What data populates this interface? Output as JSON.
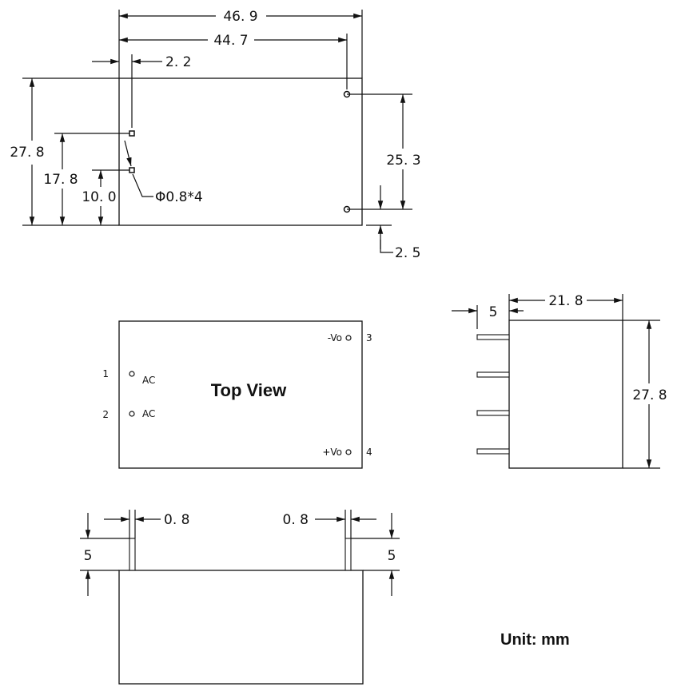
{
  "dimensions": {
    "width_total": "46. 9",
    "width_pins": "44. 7",
    "pin_offset_x": "2. 2",
    "height_total_left": "27. 8",
    "height_pin2": "17. 8",
    "height_pin1": "10. 0",
    "hole_spec": "Φ0.8*4",
    "pin_spacing_right": "25. 3",
    "pin_offset_y": "2. 5",
    "side_pin_length": "5",
    "side_depth": "21. 8",
    "side_height": "27. 8",
    "bottom_pin_width_left": "0. 8",
    "bottom_pin_width_right": "0. 8",
    "bottom_pin_length_left": "5",
    "bottom_pin_length_right": "5"
  },
  "top_view": {
    "title": "Top View",
    "pins": [
      {
        "number": "1",
        "label": "AC"
      },
      {
        "number": "2",
        "label": "AC"
      },
      {
        "number": "3",
        "label": "-Vo"
      },
      {
        "number": "4",
        "label": "+Vo"
      }
    ]
  },
  "unit": "Unit: mm"
}
